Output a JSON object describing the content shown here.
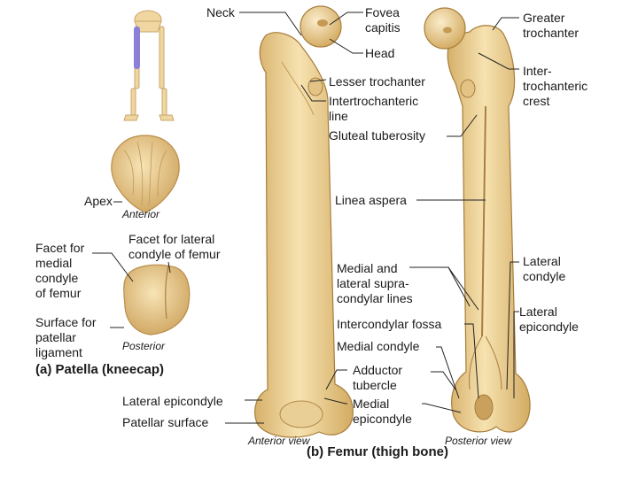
{
  "colors": {
    "bone": "#f1d9a0",
    "bone_shade": "#d8b36c",
    "bone_dark": "#b8904e",
    "leader": "#222222"
  },
  "patella": {
    "labels": {
      "apex": "Apex",
      "anterior": "Anterior",
      "facet_medial": "Facet for\nmedial\ncondyle\nof femur",
      "facet_lateral": "Facet for lateral\ncondyle of femur",
      "surface_ligament": "Surface for\npatellar\nligament",
      "posterior": "Posterior"
    },
    "title": "(a) Patella (kneecap)"
  },
  "femur": {
    "labels": {
      "neck": "Neck",
      "fovea_capitis": "Fovea\ncapitis",
      "head": "Head",
      "greater_trochanter": "Greater\ntrochanter",
      "intertrochanteric_crest": "Inter-\ntrochanteric\ncrest",
      "lesser_trochanter": "Lesser trochanter",
      "intertrochanteric_line": "Intertrochanteric\nline",
      "gluteal_tuberosity": "Gluteal tuberosity",
      "linea_aspera": "Linea aspera",
      "supracondylar_lines": "Medial and\nlateral supra-\ncondylar lines",
      "lateral_condyle": "Lateral\ncondyle",
      "intercondylar_fossa": "Intercondylar fossa",
      "lateral_epicondyle_right": "Lateral\nepicondyle",
      "medial_condyle": "Medial condyle",
      "adductor_tubercle": "Adductor\ntubercle",
      "medial_epicondyle": "Medial\nepicondyle",
      "lateral_epicondyle_left": "Lateral epicondyle",
      "patellar_surface": "Patellar surface"
    },
    "anterior_view": "Anterior view",
    "posterior_view": "Posterior view",
    "title": "(b) Femur (thigh bone)"
  }
}
